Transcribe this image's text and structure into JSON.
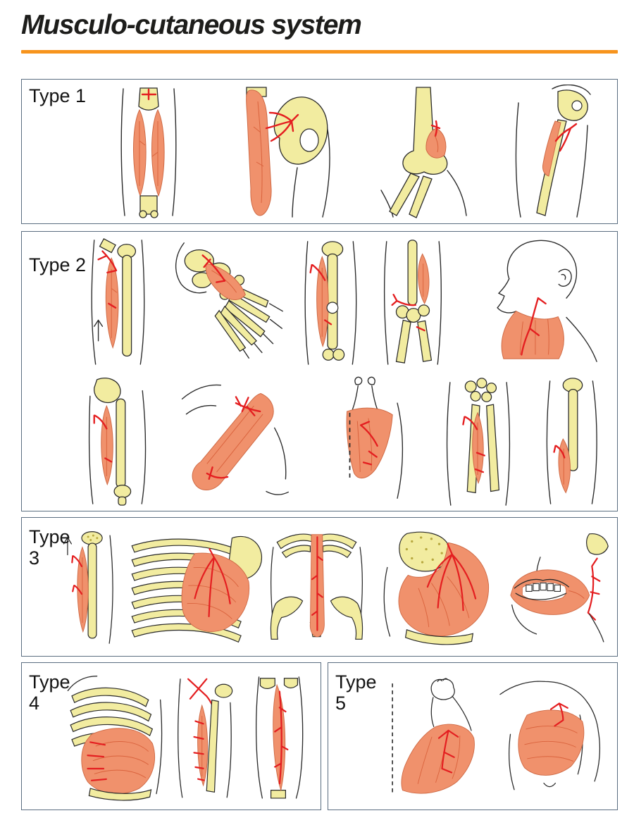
{
  "title": "Musculo-cutaneous system",
  "colors": {
    "divider": "#F7941D",
    "panel_border": "#5A6D80",
    "bone": "#F2ECA0",
    "muscle": "#F0916C",
    "artery": "#E41E20",
    "outline": "#2B2B2B"
  },
  "panels": [
    {
      "label": "Type 1",
      "illustrations": [
        "lower-leg-muscle",
        "hip-pelvis-pedicle",
        "elbow-muscle",
        "hip-femur-muscle"
      ]
    },
    {
      "label": "Type 2",
      "illustrations": [
        "forearm-muscle",
        "foot-dorsum-muscle",
        "thigh-muscle",
        "elbow-joint-muscle",
        "neck-platysma",
        "thigh-gracilis",
        "shoulder-slant-muscle",
        "upper-back-muscle",
        "forearm-carpal-muscle",
        "femur-muscle"
      ]
    },
    {
      "label": "Type 3",
      "illustrations": [
        "thigh-rectus",
        "ribcage-serratus",
        "trunk-rectus-abdominis",
        "gluteus-maximus",
        "face-orbicularis"
      ]
    },
    {
      "label": "Type 4",
      "illustrations": [
        "trunk-oblique-segmental",
        "forearm-segmental",
        "leg-tibialis-segmental"
      ]
    },
    {
      "label": "Type 5",
      "illustrations": [
        "latissimus-dorsi",
        "pectoralis-major"
      ]
    }
  ]
}
